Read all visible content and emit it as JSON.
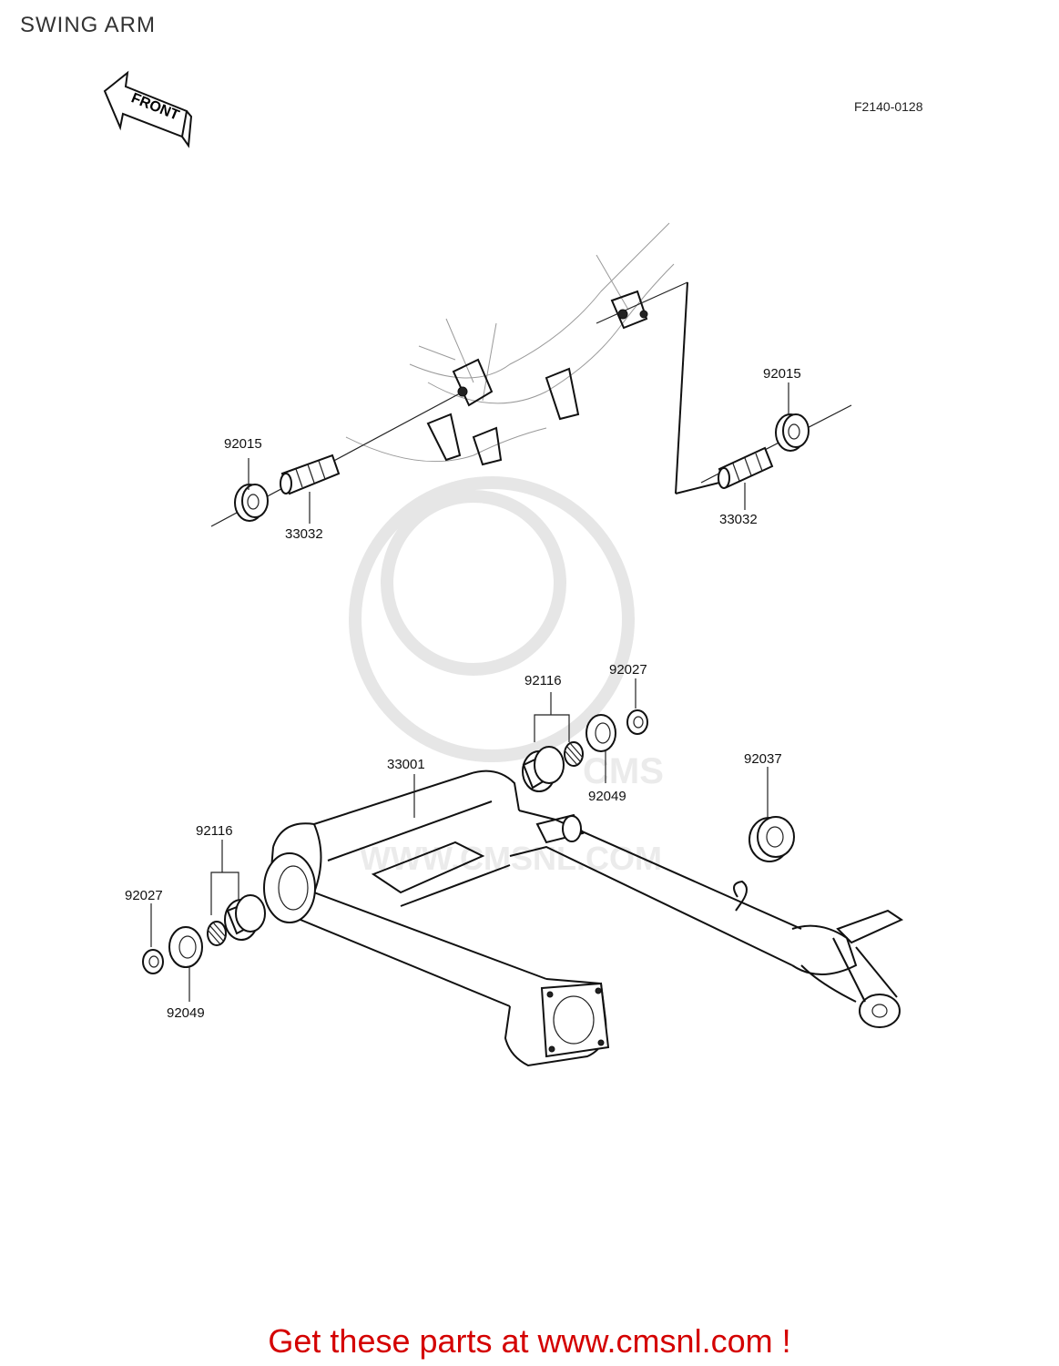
{
  "page": {
    "title": "SWING ARM",
    "diagram_code": "F2140-0128",
    "promo_text": "Get these parts at www.cmsnl.com !",
    "front_label": "FRONT",
    "watermark_text": "WWW.CMSNL.COM",
    "watermark_logo": "CMS",
    "promo_color": "#d40000"
  },
  "part_labels": {
    "p92015_left": "92015",
    "p33032_left": "33032",
    "p92015_right": "92015",
    "p33032_right": "33032",
    "p92116_upper": "92116",
    "p92027_upper": "92027",
    "p92049_upper": "92049",
    "p33001": "33001",
    "p92037": "92037",
    "p92116_lower": "92116",
    "p92027_lower": "92027",
    "p92049_lower": "92049"
  }
}
